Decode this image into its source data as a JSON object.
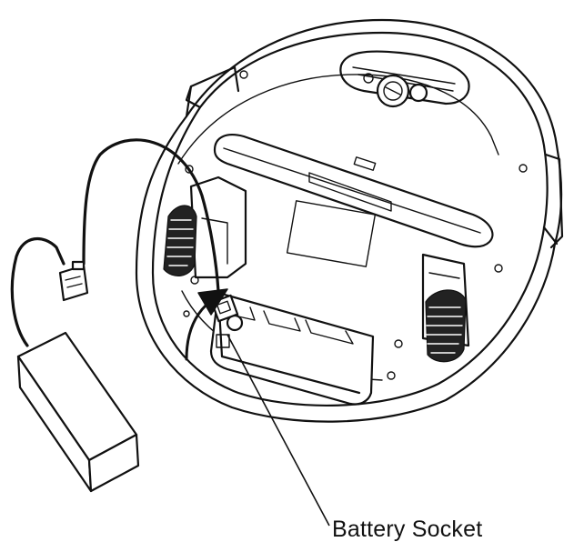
{
  "callout": {
    "label": "Battery Socket"
  },
  "icons": {
    "robot": "robot-vacuum-underside",
    "battery": "battery-pack",
    "connector": "cable-connector",
    "arrow": "insertion-arrow"
  },
  "colors": {
    "line": "#111111",
    "background": "#ffffff"
  }
}
